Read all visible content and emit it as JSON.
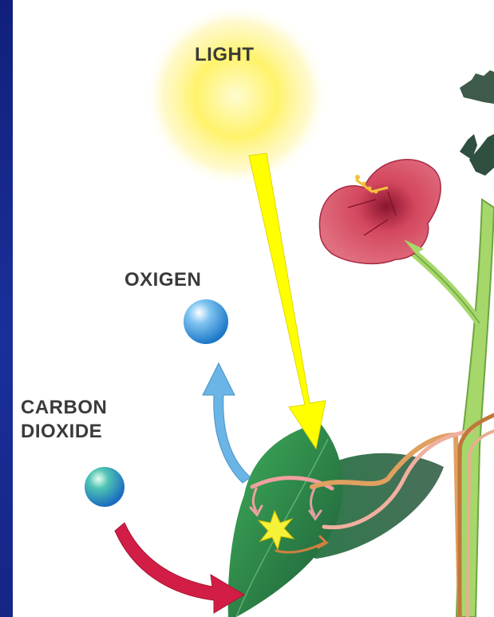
{
  "labels": {
    "light": "LIGHT",
    "oxygen": "OXIGEN",
    "carbon_dioxide_line1": "CARBON",
    "carbon_dioxide_line2": "DIOXIDE"
  },
  "colors": {
    "background": "#142585",
    "panel": "#ffffff",
    "sun": "#fff36a",
    "light_arrow": "#ffff00",
    "oxygen_arrow": "#6ab4e6",
    "co2_arrow": "#d21e46",
    "leaf": "#2f8a4a",
    "flower": "#d4475e",
    "stem": "#a6d76b"
  },
  "icons": [
    "sun-glow",
    "oxygen-molecule",
    "co2-molecule",
    "leaf",
    "hibiscus-flower",
    "plant-stem",
    "energy-burst"
  ]
}
